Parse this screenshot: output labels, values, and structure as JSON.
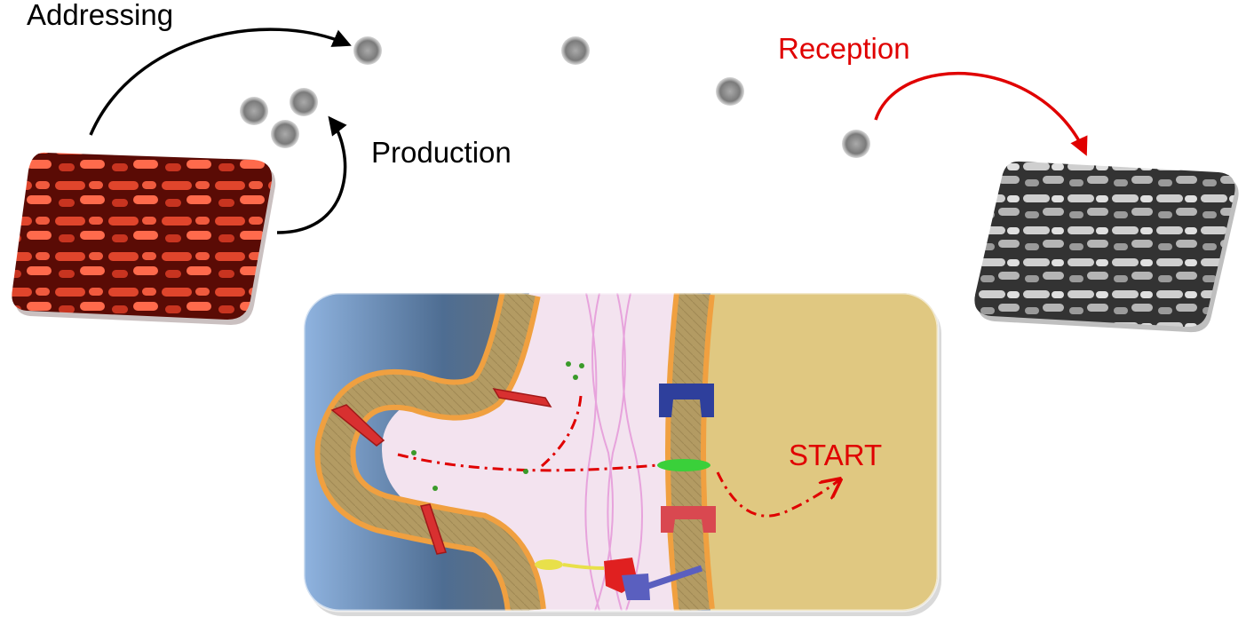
{
  "labels": {
    "addressing": "Addressing",
    "production": "Production",
    "reception": "Reception",
    "start": "START"
  },
  "colors": {
    "black_arrow": "#000000",
    "red_accent": "#e00000",
    "producer_bacteria": "#c0281a",
    "receiver_bacteria": "#8c8c8c",
    "extracellular": "#7fa3d3",
    "periplasm": "#f3e3ef",
    "cytoplasm": "#e0c881",
    "membrane_head": "#f0a040",
    "membrane_tail": "#b39b63"
  },
  "icons": [
    "signal-molecule-icon",
    "producer-bacteria-icon",
    "receiver-bacteria-icon",
    "transporter-protein-icon",
    "channel-protein-icon",
    "receptor-icon"
  ]
}
